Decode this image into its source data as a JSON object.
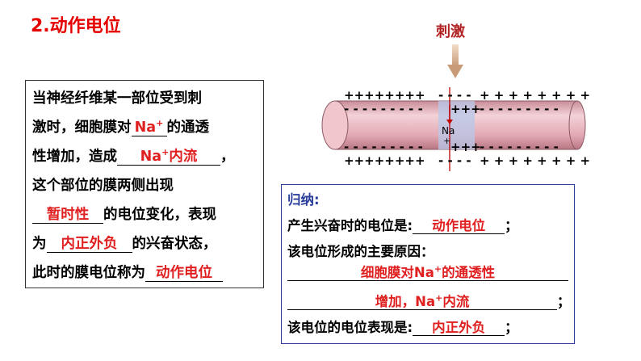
{
  "title": "2.动作电位",
  "stimulus_label": "刺激",
  "left": {
    "l1": "当神经纤维某一部位受到刺",
    "l2_pre": "激时，细胞膜对",
    "l2_ans": "Na",
    "l2_sup": "+",
    "l2_post": "的通透",
    "l3_pre": "性增加，造成",
    "l3_ans": "Na",
    "l3_sup": "+",
    "l3_ans2": "内流",
    "l3_post": "，",
    "l4": "这个部位的膜两侧出现",
    "l5_ans": "暂时性",
    "l5_post": "的电位变化，表现",
    "l6_pre": "为",
    "l6_ans": "内正外负",
    "l6_post": "的兴奋状态，",
    "l7_pre": "此时的膜电位称为",
    "l7_ans": "动作电位"
  },
  "diagram": {
    "top_outer_left": "++++++++",
    "top_outer_right": "+ + + + + + + +",
    "top_inner_left": "- - - - - - - - -",
    "top_inner_right": "- - - - - - - - -",
    "top_mid_outer": "- -  - -",
    "top_mid_inner": "+++",
    "na_label": "Na",
    "na_plus": "+",
    "bot_inner_left": "- - - - - - - - -",
    "bot_inner_right": "- - - - - - - - -",
    "bot_mid_inner": "+++",
    "bot_outer_left": "++++++++",
    "bot_mid_outer": "- - - -",
    "bot_outer_right": "+ + + + + + + +"
  },
  "summary": {
    "heading": "归纳:",
    "s1_pre": "产生兴奋时的电位是:",
    "s1_ans": "动作电位",
    "s1_post": "；",
    "s2": "该电位形成的主要原因：",
    "s3_ans": "细胞膜对Na",
    "s3_sup": "+",
    "s3_ans2": "的通透性",
    "s4_ans": "增加，Na",
    "s4_sup": "+",
    "s4_ans2": "内流",
    "s4_post": "；",
    "s5_pre": "该电位的电位表现是:",
    "s5_ans": "内正外负",
    "s5_post": "；"
  },
  "colors": {
    "title": "#e60000",
    "answer": "#e02020",
    "heading": "#2a3f9c",
    "fiber": "#dba0aa",
    "stimulus": "#b22222"
  }
}
